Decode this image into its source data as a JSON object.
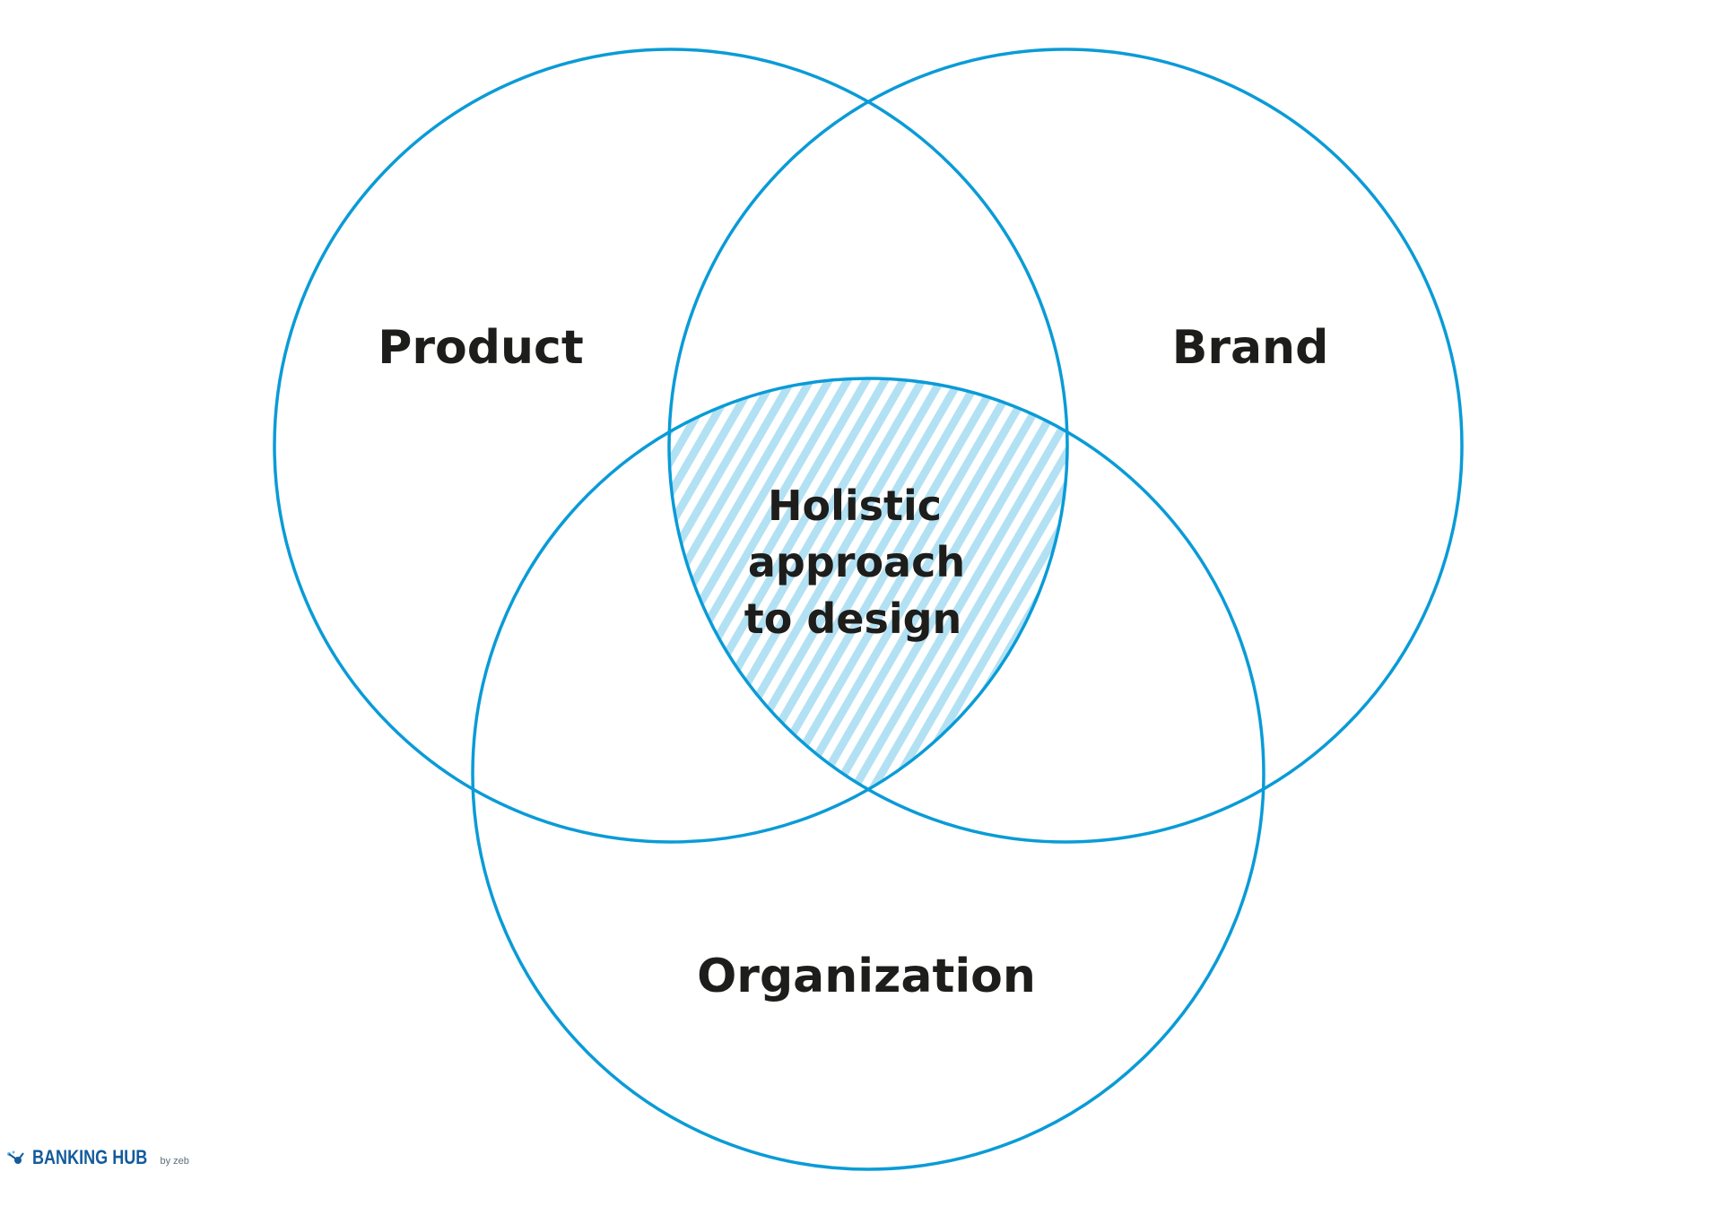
{
  "diagram": {
    "type": "venn",
    "sets": [
      {
        "name": "Product"
      },
      {
        "name": "Brand"
      },
      {
        "name": "Organization"
      }
    ],
    "intersection_label_lines": [
      "Holistic",
      "approach",
      "to design"
    ],
    "colors": {
      "circle_stroke": "#0a9bd7",
      "hatch": "#b3e1f4",
      "text": "#1d1d1b"
    }
  },
  "footer": {
    "logo_name": "BANKING HUB",
    "logo_sub": "by zeb",
    "logo_color": "#135b9c"
  }
}
